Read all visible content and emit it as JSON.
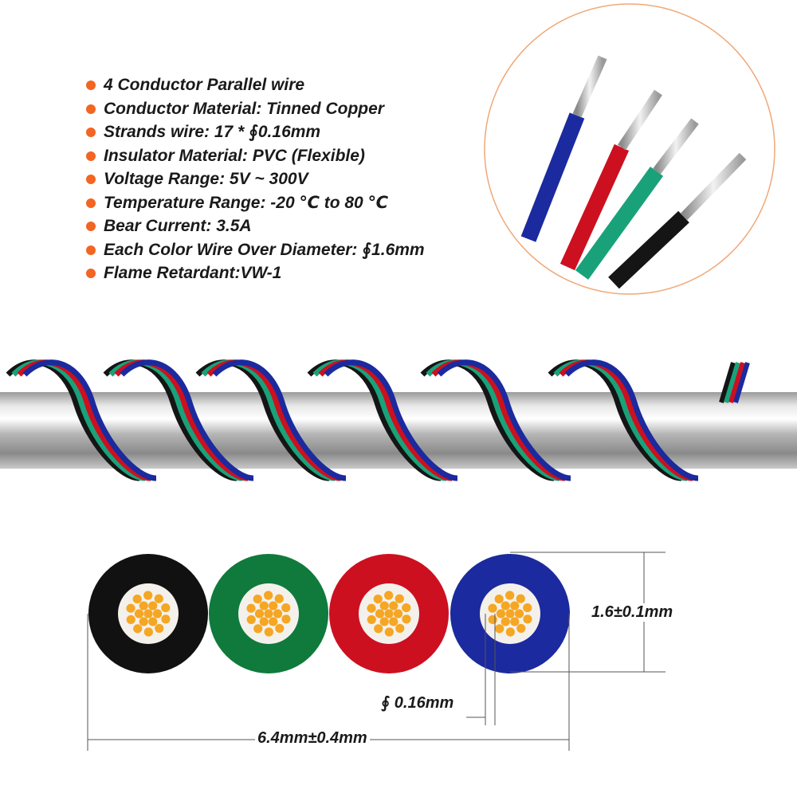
{
  "specs": [
    "4 Conductor Parallel wire",
    "Conductor Material: Tinned Copper",
    "Strands wire: 17 * ∮0.16mm",
    "Insulator Material: PVC (Flexible)",
    "Voltage Range: 5V ~ 300V",
    "Temperature Range: -20 ℃ to 80 ℃",
    "Bear Current: 3.5A",
    "Each Color Wire Over Diameter: ∮1.6mm",
    "Flame Retardant:VW-1"
  ],
  "dimensions": {
    "height": "1.6±0.1mm",
    "strand": "∮ 0.16mm",
    "width": "6.4mm±0.4mm"
  },
  "colors": {
    "bullet": "#f26522",
    "inset_border": "#f0a878",
    "wire_black": "#111111",
    "wire_green": "#0f7a3c",
    "wire_red": "#cc1020",
    "wire_blue": "#1b2a9e",
    "strand": "#f5a623"
  }
}
